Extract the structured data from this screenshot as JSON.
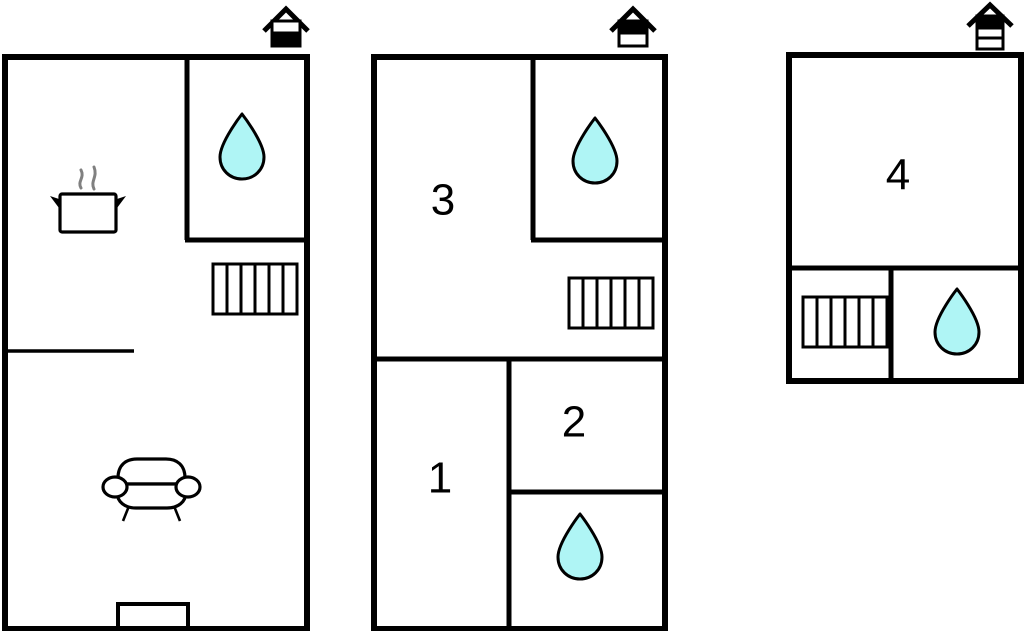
{
  "document": {
    "title": "Property Floor Plans",
    "background_color": "#ffffff",
    "wall_color": "#000000",
    "drop_fill_color": "#AFF5F5",
    "drop_stroke_color": "#000000",
    "steam_color": "#808080"
  },
  "floors": [
    {
      "id": "floor-1",
      "name": "ground-floor",
      "level_indicator": {
        "type": "house-icon",
        "bands": 2,
        "filled_band_index": 1,
        "description": "house with lower band filled"
      },
      "rooms": [
        {
          "id": "living-kitchen",
          "label": "",
          "icons": [
            "cooking-pot-icon",
            "sofa-icon"
          ]
        },
        {
          "id": "bathroom-ground",
          "label": "",
          "icons": [
            "water-drop-icon"
          ]
        }
      ],
      "features": [
        "stairs-icon",
        "entry-door",
        "partial-wall"
      ]
    },
    {
      "id": "floor-2",
      "name": "first-floor",
      "level_indicator": {
        "type": "house-icon",
        "bands": 2,
        "filled_band_index": 0,
        "description": "house with upper band filled"
      },
      "rooms": [
        {
          "id": "room-3",
          "label": "3",
          "icons": []
        },
        {
          "id": "bathroom-upper",
          "label": "",
          "icons": [
            "water-drop-icon"
          ]
        },
        {
          "id": "room-1",
          "label": "1",
          "icons": []
        },
        {
          "id": "room-2",
          "label": "2",
          "icons": []
        },
        {
          "id": "bathroom-lower",
          "label": "",
          "icons": [
            "water-drop-icon"
          ]
        }
      ],
      "features": [
        "stairs-icon"
      ]
    },
    {
      "id": "floor-3",
      "name": "second-floor",
      "level_indicator": {
        "type": "house-icon",
        "bands": 3,
        "filled_band_index": 0,
        "description": "house with top band filled"
      },
      "rooms": [
        {
          "id": "room-4",
          "label": "4",
          "icons": []
        },
        {
          "id": "stair-landing",
          "label": "",
          "icons": [
            "stairs-icon"
          ]
        },
        {
          "id": "bathroom-top",
          "label": "",
          "icons": [
            "water-drop-icon"
          ]
        }
      ],
      "features": [
        "stairs-icon"
      ]
    }
  ],
  "labels": {
    "room_3": "3",
    "room_1": "1",
    "room_2": "2",
    "room_4": "4"
  },
  "icon_names": {
    "house": "house-icon",
    "drop": "water-drop-icon",
    "stairs": "stairs-icon",
    "pot": "cooking-pot-icon",
    "sofa": "sofa-icon",
    "door": "door-icon"
  }
}
